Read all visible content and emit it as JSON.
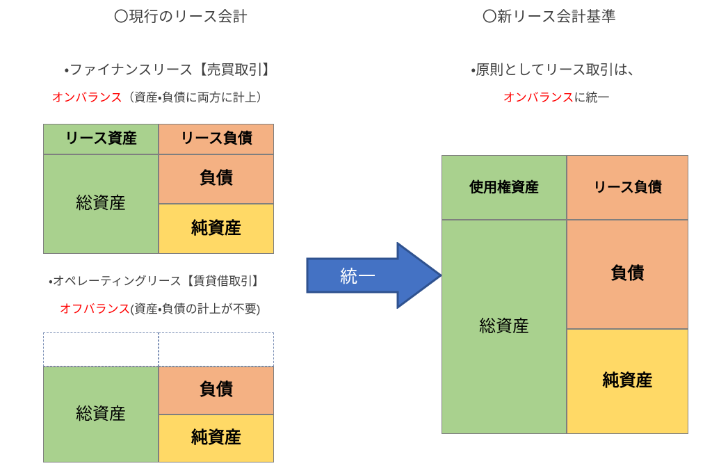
{
  "left_column": {
    "heading": "〇現行のリース会計",
    "sections": [
      {
        "bullet": "・ファイナンスリース【売買取引】",
        "note_accent": "オンバランス",
        "note_rest": "（資産・負債に両方に計上）"
      },
      {
        "bullet": "・オペレーティングリース【賃貸借取引】",
        "note_accent": "オフバランス",
        "note_rest": "(資産・負債の計上が不要)"
      }
    ]
  },
  "right_column": {
    "heading": "〇新リース会計基準",
    "bullet": "・原則としてリース取引は、",
    "note_accent": "オンバランス",
    "note_rest": "に統一"
  },
  "arrow": {
    "label": "統一",
    "color": "#4472c4",
    "border_color": "#2f528f",
    "text_color": "#ffffff"
  },
  "palette": {
    "asset_green": "#a9d18e",
    "liability_orange": "#f4b183",
    "equity_yellow": "#ffd966",
    "border_gray": "#7f7f7f",
    "dashed_blue": "#7b8fb5",
    "accent_red": "#ff0000",
    "text_dark": "#404040"
  },
  "tables": {
    "finance_lease": {
      "cells": {
        "lease_asset": "リース資産",
        "lease_liability": "リース負債",
        "total_assets": "総資産",
        "liabilities": "負債",
        "net_assets": "純資産"
      }
    },
    "operating_lease": {
      "cells": {
        "blank_left": "",
        "blank_right": "",
        "total_assets": "総資産",
        "liabilities": "負債",
        "net_assets": "純資産"
      }
    },
    "new_standard": {
      "cells": {
        "right_of_use_asset": "使用権資産",
        "lease_liability": "リース負債",
        "total_assets": "総資産",
        "liabilities": "負債",
        "net_assets": "純資産"
      }
    }
  }
}
